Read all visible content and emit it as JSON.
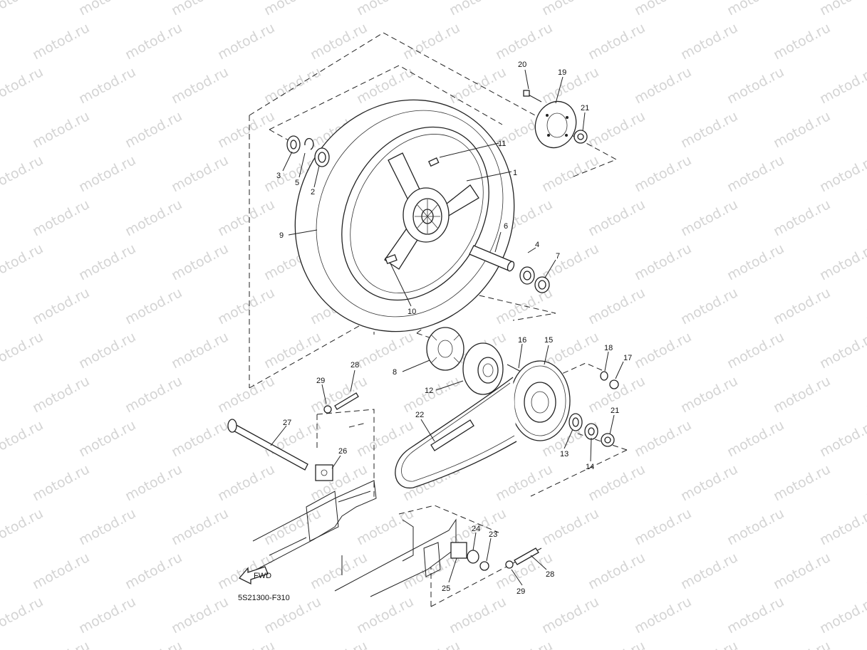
{
  "diagram": {
    "code": "5S21300-F310",
    "fwd_label": "FWD",
    "watermark": "motod.ru",
    "callouts": [
      "1",
      "2",
      "3",
      "4",
      "5",
      "6",
      "7",
      "8",
      "9",
      "10",
      "11",
      "12",
      "13",
      "14",
      "15",
      "16",
      "17",
      "18",
      "19",
      "20",
      "21",
      "21",
      "22",
      "23",
      "24",
      "25",
      "26",
      "27",
      "28",
      "28",
      "29",
      "29"
    ]
  }
}
